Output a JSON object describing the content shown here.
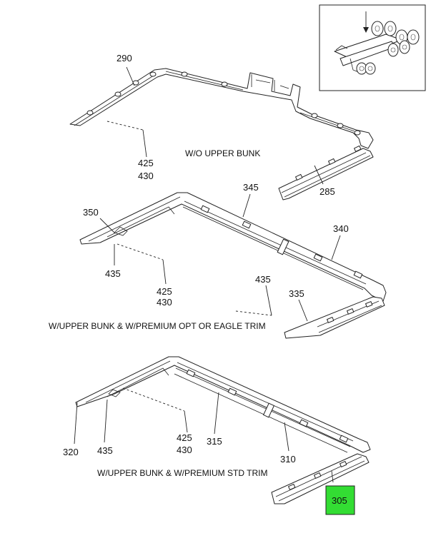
{
  "inset": {
    "icon": "truck-chassis-icon"
  },
  "highlight_color": "#33dd33",
  "groups": [
    {
      "caption": "W/O UPPER BUNK",
      "callouts": [
        "290",
        "425",
        "430",
        "285"
      ]
    },
    {
      "caption": "W/UPPER BUNK & W/PREMIUM OPT OR EAGLE TRIM",
      "callouts": [
        "345",
        "350",
        "340",
        "435",
        "425",
        "430",
        "435",
        "335"
      ]
    },
    {
      "caption": "W/UPPER BUNK & W/PREMIUM STD TRIM",
      "callouts": [
        "320",
        "435",
        "425",
        "430",
        "315",
        "310",
        "305"
      ]
    }
  ]
}
